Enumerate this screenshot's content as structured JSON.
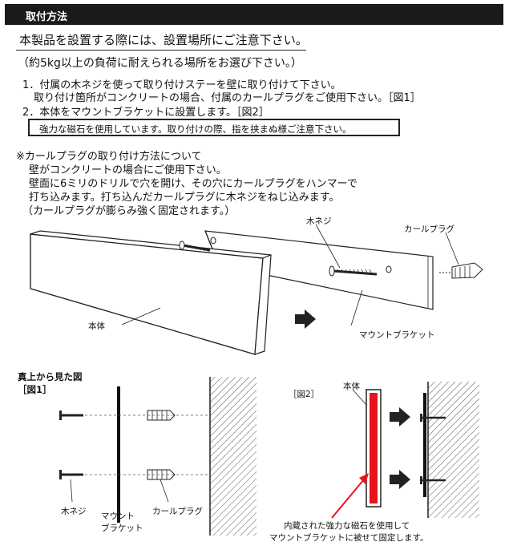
{
  "header": {
    "title": "取付方法"
  },
  "intro": {
    "line1": "本製品を設置する際には、設置場所にご注意下さい。",
    "line2": "（約5kg以上の負荷に耐えられる場所をお選び下さい。）"
  },
  "steps": {
    "step1_line1": "1．付属の木ネジを使って取り付けステーを壁に取り付けて下さい。",
    "step1_line2": "取り付け箇所がコンクリートの場合、付属のカールプラグをご使用下さい。［図1］",
    "step2": "2．本体をマウントブラケットに設置します。［図2］"
  },
  "warning": "強力な磁石を使用しています。取り付けの際、指を挟まぬ様ご注意下さい。",
  "plug_note": {
    "title": "※カールプラグの取り付け方法について",
    "line1": "壁がコンクリートの場合にご使用下さい。",
    "line2": "壁面に6ミリのドリルで穴を開け、その穴にカールプラグをハンマーで",
    "line3": "打ち込みます。打ち込んだカールプラグに木ネジをねじ込みます。",
    "line4": "（カールプラグが膨らみ強く固定されます。）"
  },
  "main_diagram": {
    "label_body": "本体",
    "label_screw": "木ネジ",
    "label_plug": "カールプラグ",
    "label_bracket": "マウントブラケット"
  },
  "fig1": {
    "title": "真上から見た図",
    "tag": "［図1］",
    "label_screw": "木ネジ",
    "label_bracket_1": "マウント",
    "label_bracket_2": "ブラケット",
    "label_plug": "カールプラグ"
  },
  "fig2": {
    "tag": "［図2］",
    "label_body": "本体",
    "caption1": "内蔵された強力な磁石を使用して",
    "caption2": "マウントブラケットに被せて固定します。"
  },
  "colors": {
    "header_bg": "#1a1a1a",
    "magnet": "#e8141c",
    "arrow": "#e8141c"
  }
}
